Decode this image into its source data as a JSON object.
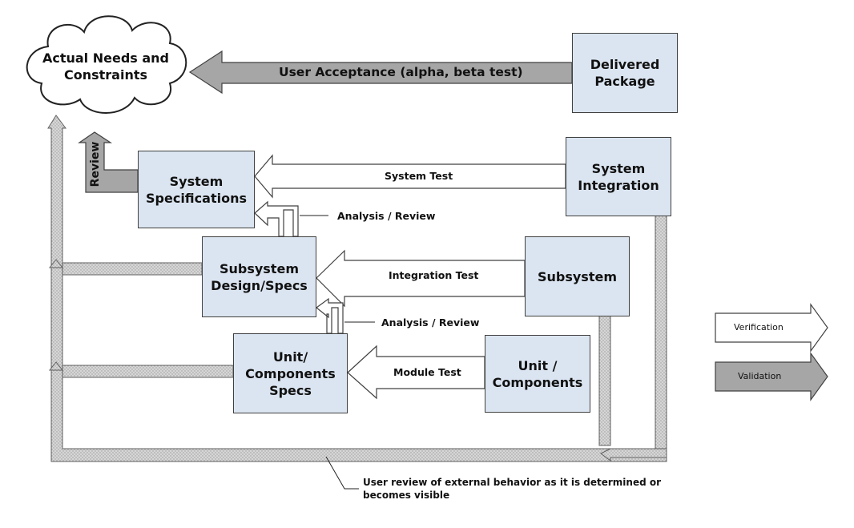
{
  "cloud": {
    "label": "Actual Needs and\nConstraints"
  },
  "boxes": {
    "delivered_package": "Delivered\nPackage",
    "system_specifications": "System\nSpecifications",
    "system_integration": "System\nIntegration",
    "subsystem_design_specs": "Subsystem\nDesign/Specs",
    "subsystem": "Subsystem",
    "unit_components_specs": "Unit/\nComponents\nSpecs",
    "unit_components": "Unit /\nComponents"
  },
  "arrows": {
    "user_acceptance": "User Acceptance (alpha, beta test)",
    "review": "Review",
    "system_test": "System Test",
    "analysis_review_1": "Analysis / Review",
    "integration_test": "Integration Test",
    "analysis_review_2": "Analysis / Review",
    "module_test": "Module Test",
    "user_review_note": "User review of external behavior as it is determined or\nbecomes visible"
  },
  "legend": {
    "verification": "Verification",
    "validation": "Validation"
  },
  "colors": {
    "box_fill": "#dbe5f1",
    "validation_fill": "#a6a6a6",
    "verification_fill": "#ffffff",
    "stroke": "#404040"
  }
}
